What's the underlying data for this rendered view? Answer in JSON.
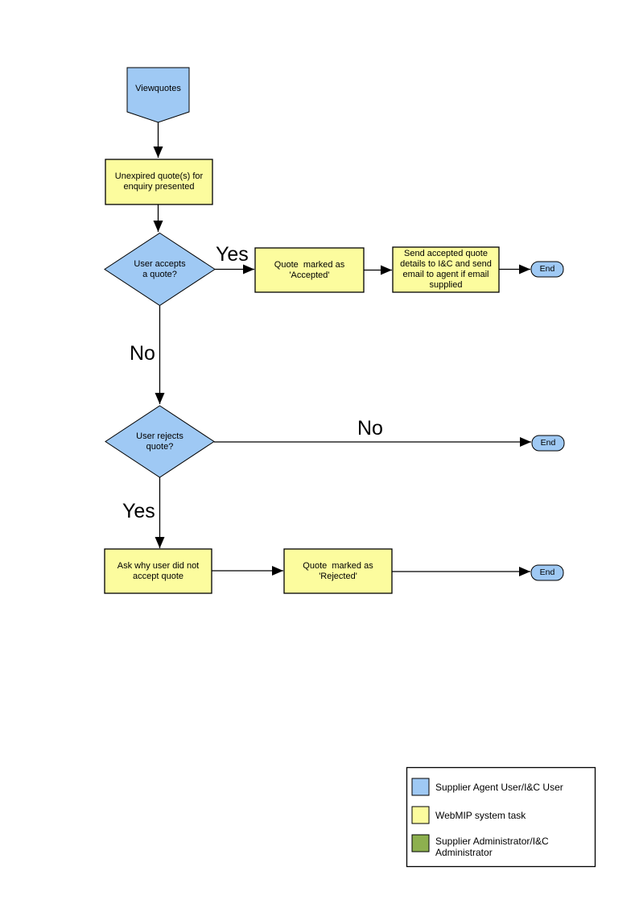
{
  "colors": {
    "user": "#9FC9F4",
    "system": "#FCFC9E",
    "admin": "#8DB04F",
    "line": "#000000",
    "background": "#FFFFFF"
  },
  "flowchart": {
    "nodes": {
      "start": "Viewquotes",
      "present_quotes": "Unexpired quote(s) for\nenquiry presented",
      "accept_decision": "User accepts\na quote?",
      "mark_accepted": "Quote  marked as\n'Accepted'",
      "send_details": "Send accepted quote\ndetails to I&C and send\nemail to agent if email\nsupplied",
      "reject_decision": "User rejects\nquote?",
      "ask_why": "Ask why user did not\naccept quote",
      "mark_rejected": "Quote  marked as\n'Rejected'",
      "end": "End"
    },
    "edge_labels": {
      "accept_yes": "Yes",
      "accept_no": "No",
      "reject_no": "No",
      "reject_yes": "Yes"
    }
  },
  "legend": {
    "items": [
      {
        "label": "Supplier Agent User/I&C User"
      },
      {
        "label": "WebMIP system task"
      },
      {
        "label": "Supplier Administrator/I&C\nAdministrator"
      }
    ]
  }
}
